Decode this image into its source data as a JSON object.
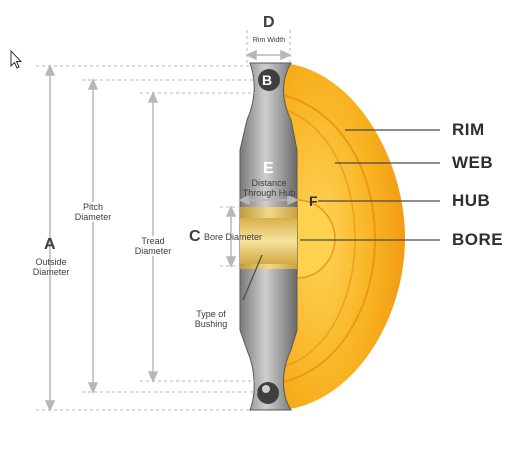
{
  "labels": {
    "a_letter": "A",
    "a_text_1": "Outside",
    "a_text_2": "Diameter",
    "b_letter": "B",
    "c_letter": "C",
    "c_text": "Bore Diameter",
    "d_letter": "D",
    "d_text": "Rim Width",
    "e_letter": "E",
    "e_text_1": "Distance",
    "e_text_2": "Through Hub",
    "f_letter": "F",
    "pitch_1": "Pitch",
    "pitch_2": "Diameter",
    "tread_1": "Tread",
    "tread_2": "Diameter",
    "bushing_1": "Type of",
    "bushing_2": "Bushing"
  },
  "parts": {
    "rim": "RIM",
    "web": "WEB",
    "hub": "HUB",
    "bore": "BORE"
  },
  "colors": {
    "orange_outer": "#f29a10",
    "orange_mid": "#f8b41e",
    "orange_inner": "#fbc63a",
    "steel_dark": "#6e6e6e",
    "steel_light": "#c4c4c4",
    "bushing": "#e5c66a",
    "text": "#3d3d3d",
    "line": "#4a4a4a",
    "dim_line": "#b7b7b7"
  }
}
